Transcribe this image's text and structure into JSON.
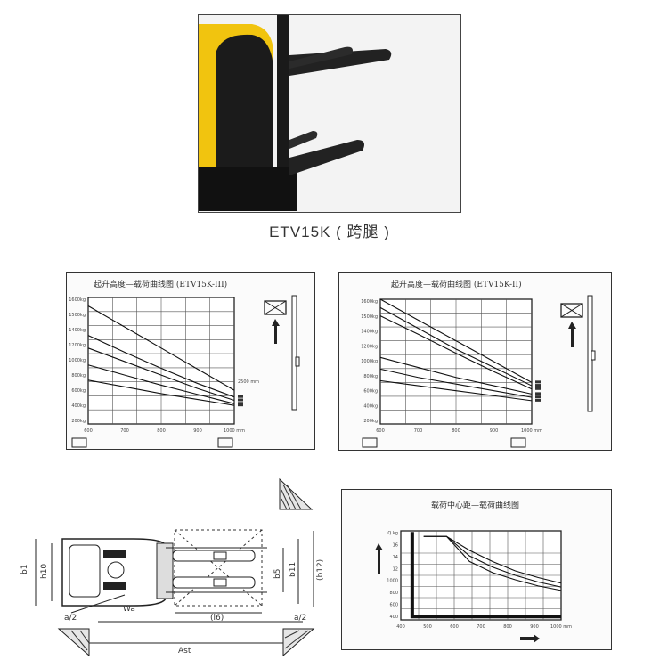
{
  "product": {
    "caption": "ETV15K ( 跨腿 )"
  },
  "chart_data": [
    {
      "type": "line",
      "title": "起升高度—载荷曲线图 (ETV15K-III)",
      "x": [
        600,
        700,
        800,
        900,
        1000
      ],
      "xtick_labels": [
        "600",
        "700",
        "800",
        "900",
        "1000 mm"
      ],
      "ytick_labels": [
        "1600kg",
        "1500kg",
        "1400kg",
        "1200kg",
        "1000kg",
        "800kg",
        "600kg",
        "400kg",
        "200kg"
      ],
      "xlim": [
        600,
        1000
      ],
      "ylim": [
        100,
        1600
      ],
      "series": [
        {
          "name": "2500 mm",
          "values": [
            1500,
            1250,
            1000,
            750,
            500
          ]
        },
        {
          "name": "",
          "values": [
            1150,
            950,
            760,
            580,
            420
          ]
        },
        {
          "name": "",
          "values": [
            1000,
            840,
            680,
            520,
            380
          ]
        },
        {
          "name": "",
          "values": [
            800,
            680,
            560,
            450,
            340
          ]
        },
        {
          "name": "",
          "values": [
            620,
            540,
            460,
            390,
            320
          ]
        }
      ]
    },
    {
      "type": "line",
      "title": "起升高度—载荷曲线图 (ETV15K-II)",
      "x": [
        600,
        700,
        800,
        900,
        1000
      ],
      "xtick_labels": [
        "600",
        "700",
        "800",
        "900",
        "1000 mm"
      ],
      "ytick_labels": [
        "1600kg",
        "1500kg",
        "1400kg",
        "1200kg",
        "1000kg",
        "800kg",
        "600kg",
        "400kg",
        "200kg"
      ],
      "xlim": [
        600,
        1000
      ],
      "ylim": [
        100,
        1600
      ],
      "series": [
        {
          "name": "",
          "values": [
            1600,
            1350,
            1100,
            850,
            600
          ]
        },
        {
          "name": "",
          "values": [
            1500,
            1250,
            1000,
            780,
            560
          ]
        },
        {
          "name": "",
          "values": [
            1400,
            1180,
            950,
            730,
            520
          ]
        },
        {
          "name": "",
          "values": [
            900,
            780,
            660,
            560,
            460
          ]
        },
        {
          "name": "",
          "values": [
            760,
            660,
            580,
            500,
            420
          ]
        },
        {
          "name": "",
          "values": [
            620,
            560,
            500,
            440,
            380
          ]
        }
      ]
    },
    {
      "type": "line",
      "title": "载荷中心距—载荷曲线图",
      "x": [
        400,
        500,
        600,
        700,
        800,
        900,
        1000
      ],
      "xtick_labels": [
        "400",
        "500",
        "600",
        "700",
        "800",
        "900",
        "1000 mm"
      ],
      "ytick_labels": [
        "Q kg",
        "16",
        "14",
        "12",
        "1000",
        "800",
        "600",
        "400"
      ],
      "xlim": [
        300,
        1000
      ],
      "ylim": [
        0,
        1600
      ],
      "series": [
        {
          "name": "",
          "values": [
            1500,
            1500,
            1250,
            1050,
            880,
            760,
            660
          ]
        },
        {
          "name": "",
          "values": [
            1500,
            1500,
            1150,
            950,
            800,
            680,
            590
          ]
        },
        {
          "name": "",
          "values": [
            1500,
            1500,
            1050,
            850,
            720,
            610,
            530
          ]
        }
      ]
    }
  ],
  "drawing": {
    "labels": {
      "b1": "b1",
      "h10": "h10",
      "wa": "Wa",
      "a2_left": "a/2",
      "ast": "Ast",
      "l6": "(l6)",
      "a2_right": "a/2",
      "b5": "b5",
      "b11": "b11",
      "b12": "(b12)"
    }
  },
  "colors": {
    "truck_yellow": "#f1c40f",
    "line": "#222222"
  }
}
